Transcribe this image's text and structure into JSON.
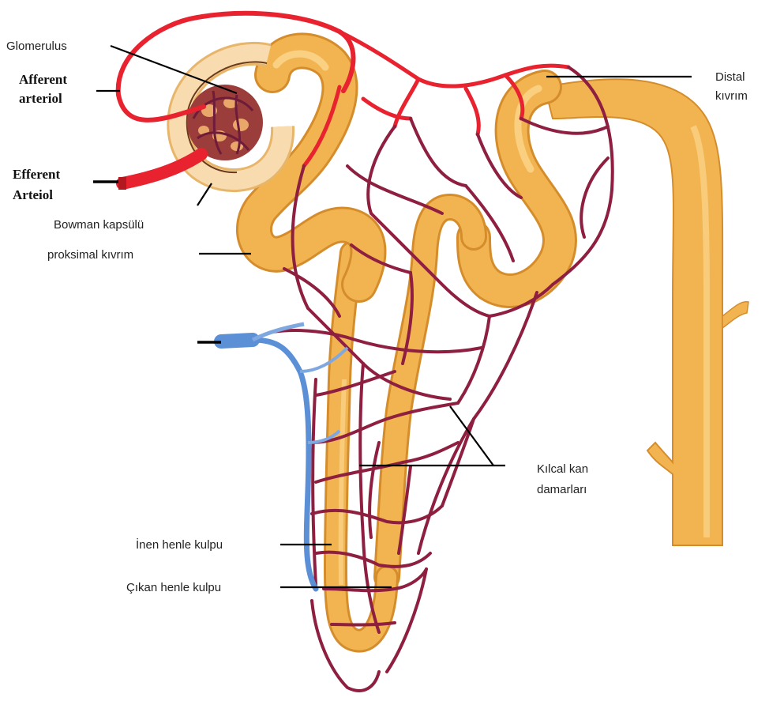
{
  "diagram": {
    "labels": {
      "glomerulus": "Glomerulus",
      "afferent_1": "Afferent",
      "afferent_2": "arteriol",
      "efferent_1": "Efferent",
      "efferent_2": "Arteiol",
      "bowman": "Bowman kapsülü",
      "proksimal": "proksimal kıvrım",
      "distal_1": "Distal",
      "distal_2": "kıvrım",
      "kilcal_1": "Kılcal kan",
      "kilcal_2": "damarları",
      "inen": "İnen henle kulpu",
      "cikan": "Çıkan henle kulpu"
    },
    "colors": {
      "tubule": "#f2b451",
      "tubule_shadow": "#d98a24",
      "artery": "#e8232f",
      "capillary": "#8e1f40",
      "vein": "#5b8fd6",
      "capsule": "#f6d8a8"
    }
  }
}
